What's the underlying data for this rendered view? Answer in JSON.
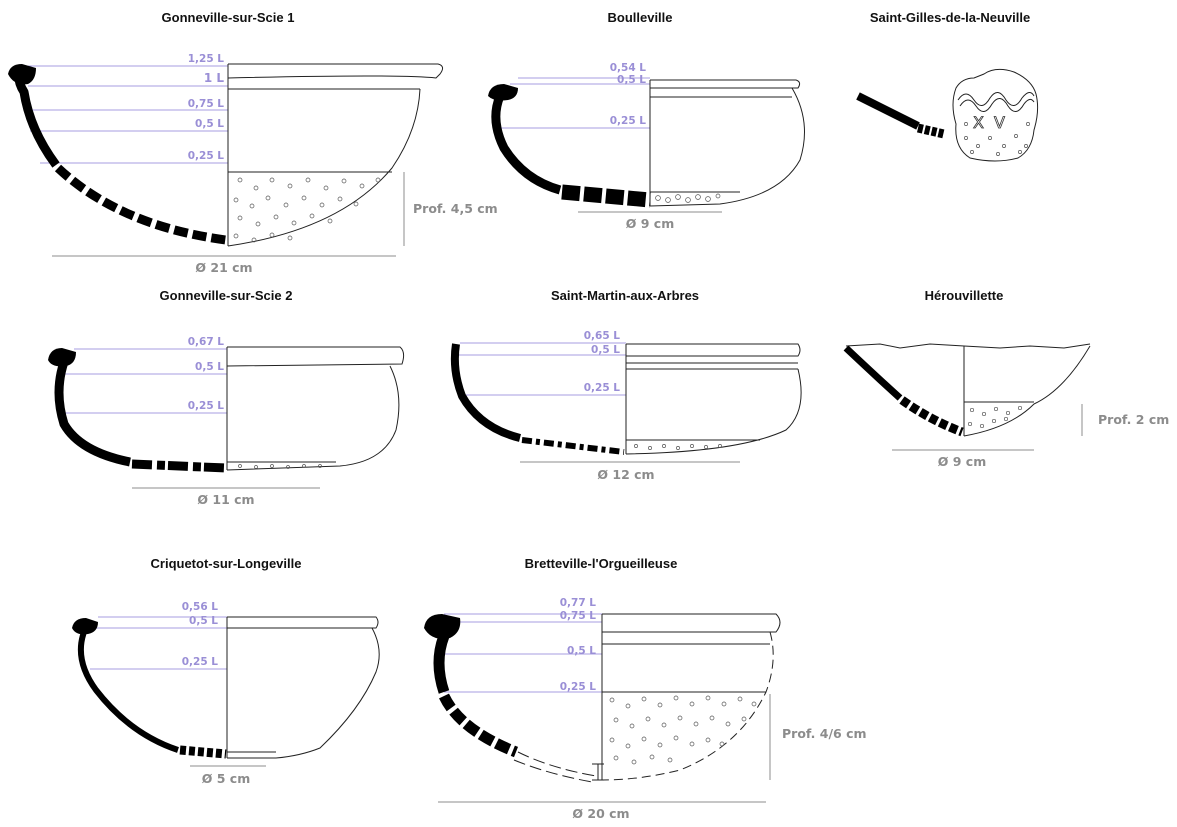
{
  "colors": {
    "volume": "#9a8fd6",
    "dimension": "#8c8c8c",
    "section": "#000000",
    "outline": "#222222"
  },
  "vessels": {
    "gonneville1": {
      "title": "Gonneville-sur-Scie 1",
      "volumes": [
        "1,25 L",
        "1 L",
        "0,75 L",
        "0,5 L",
        "0,25 L"
      ],
      "diameter": "Ø 21 cm",
      "depth": "Prof. 4,5 cm"
    },
    "boulleville": {
      "title": "Boulleville",
      "volumes": [
        "0,54 L",
        "0,5 L",
        "0,25 L"
      ],
      "diameter": "Ø 9 cm"
    },
    "saintgilles": {
      "title": "Saint-Gilles-de-la-Neuville",
      "stamp_letters": "XV"
    },
    "gonneville2": {
      "title": "Gonneville-sur-Scie 2",
      "volumes": [
        "0,67 L",
        "0,5 L",
        "0,25 L"
      ],
      "diameter": "Ø 11 cm"
    },
    "saintmartin": {
      "title": "Saint-Martin-aux-Arbres",
      "volumes": [
        "0,65 L",
        "0,5 L",
        "0,25 L"
      ],
      "diameter": "Ø 12 cm"
    },
    "herouvillette": {
      "title": "Hérouvillette",
      "diameter": "Ø 9 cm",
      "depth": "Prof. 2 cm"
    },
    "criquetot": {
      "title": "Criquetot-sur-Longeville",
      "volumes": [
        "0,56 L",
        "0,5 L",
        "0,25 L"
      ],
      "diameter": "Ø 5 cm"
    },
    "bretteville": {
      "title": "Bretteville-l'Orgueilleuse",
      "volumes": [
        "0,77 L",
        "0,75 L",
        "0,5 L",
        "0,25 L"
      ],
      "diameter": "Ø 20 cm",
      "depth": "Prof. 4/6 cm"
    }
  }
}
